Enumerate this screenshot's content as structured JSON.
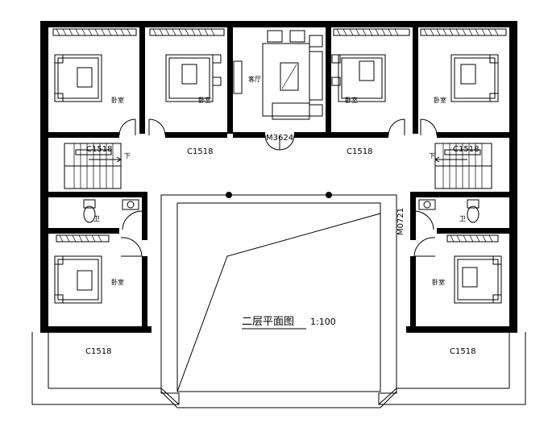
{
  "plan": {
    "title": "二层平面图",
    "scale": "1:100"
  },
  "rooms": {
    "bedroom": "卧室",
    "living": "客厅",
    "bath": "卫"
  },
  "stairs": {
    "down": "下"
  },
  "openings": {
    "window_c1518": "C1518",
    "door_m3624": "M3624",
    "door_m0721": "M0721"
  }
}
